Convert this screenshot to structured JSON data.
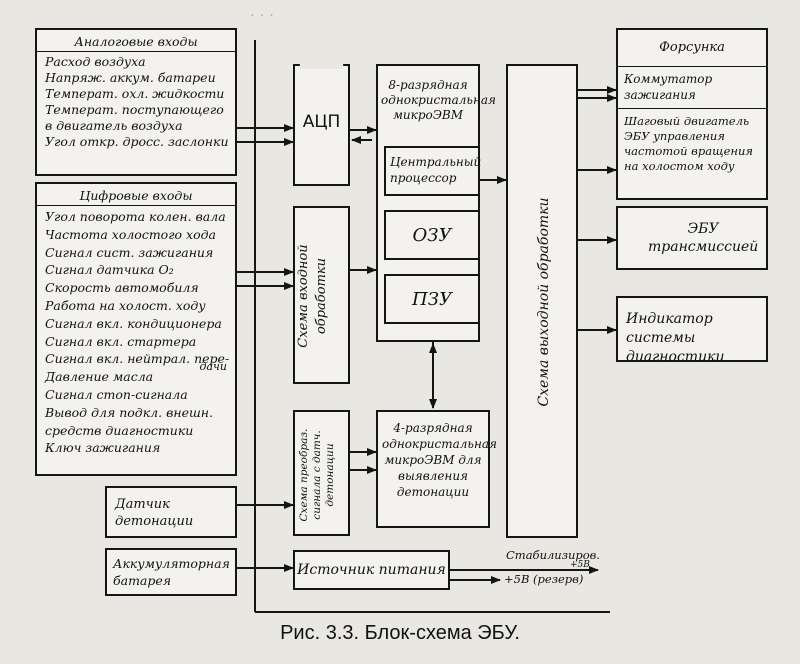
{
  "analog_inputs": {
    "title": "Аналоговые входы",
    "items": [
      "Расход воздуха",
      "Напряж. аккум. батареи",
      "Температ. охл. жидкости",
      "Температ. поступающего",
      "в двигатель воздуха",
      "Угол откр. дросс. заслонки"
    ]
  },
  "digital_inputs": {
    "title": "Цифровые входы",
    "items": [
      "Угол поворота колен. вала",
      "Частота холостого хода",
      "Сигнал сист. зажигания",
      "Сигнал датчика O₂",
      "Скорость автомобиля",
      "Работа на холост. ходу",
      "Сигнал вкл. кондиционера",
      "Сигнал вкл. стартера",
      "Сигнал вкл. нейтрал. пере-",
      "Давление масла",
      "Сигнал стоп-сигнала",
      "Вывод для подкл. внешн.",
      "средств диагностики",
      "Ключ зажигания"
    ],
    "extra": "дачи"
  },
  "knock_sensor": "Датчик детонации",
  "battery": "Аккумуляторная батарея",
  "adc": "АЦП",
  "input_processing": "Схема входной обработки",
  "knock_converter": "Схема преобраз. сигнала с датч. детонации",
  "power_supply": "Источник питания",
  "outputs_power": {
    "line1": "Стабилизиров.",
    "line2": "+5В",
    "line3": "+5В (резерв)"
  },
  "mcu8": {
    "title": "8-разрядная однокристальная микроЭВМ",
    "cpu": "Центральный процессор",
    "ram": "ОЗУ",
    "rom": "ПЗУ"
  },
  "mcu4": "4-разрядная однокристальная микроЭВМ для выявления детонации",
  "output_processing": "Схема выходной обработки",
  "actuators": {
    "injector": "Форсунка",
    "ignition_switch": "Коммутатор зажигания",
    "stepper": "Шаговый двигатель ЭБУ управления частотой вращения на холостом ходу"
  },
  "transmission_ecu": "ЭБУ трансмиссией",
  "diag_indicator": "Индикатор системы диагностики",
  "caption": "Рис. 3.3. Блок-схема ЭБУ."
}
